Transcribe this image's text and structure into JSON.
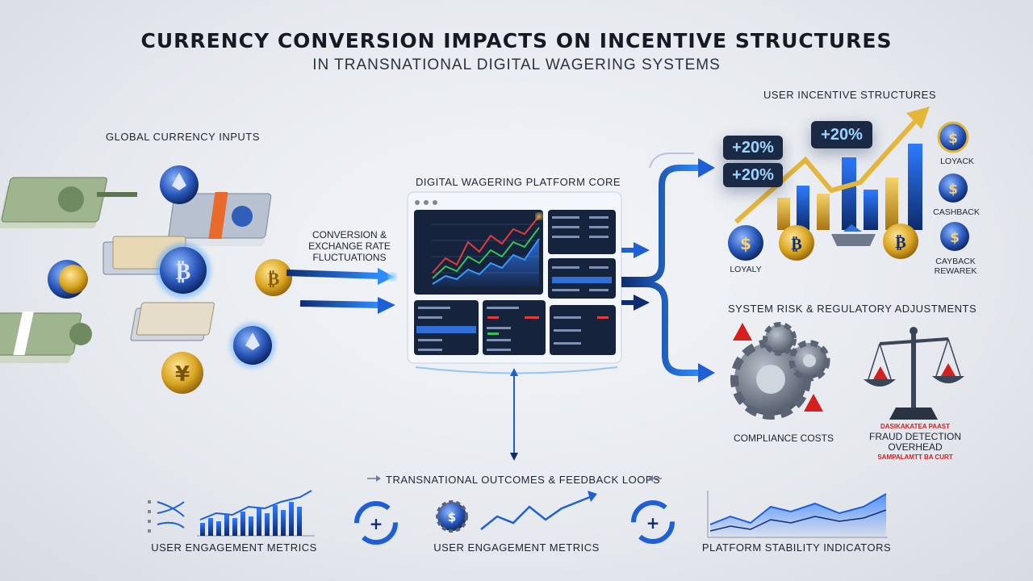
{
  "title": "CURRENCY CONVERSION IMPACTS ON INCENTIVE STRUCTURES",
  "subtitle": "IN TRANSNATIONAL DIGITAL WAGERING SYSTEMS",
  "inputs": {
    "label": "GLOBAL CURRENCY INPUTS"
  },
  "conversion": {
    "line1": "CONVERSION &",
    "line2": "EXCHANGE RATE",
    "line3": "FLUCTUATIONS"
  },
  "core": {
    "label": "DIGITAL WAGERING PLATFORM CORE"
  },
  "incentives": {
    "label": "USER INCENTIVE STRUCTURES",
    "badges": [
      "+20%",
      "+20%",
      "+20%"
    ],
    "side_labels": [
      "LOYACK",
      "CASHBACK",
      "CAYBACK REWAREK"
    ],
    "loyalty_label": "LOYALY"
  },
  "risk": {
    "label": "SYSTEM RISK & REGULATORY ADJUSTMENTS",
    "compliance": "COMPLIANCE COSTS",
    "fraud_line1": "FRAUD DETECTION",
    "fraud_line2": "OVERHEAD",
    "fraud_red_top": "DASIKAKATEA PAAST",
    "fraud_red_bottom": "SAMPALAMTT BA CURT"
  },
  "outcomes": {
    "label": "TRANSNATIONAL OUTCOMES & FEEDBACK LOOPS",
    "items": [
      "USER ENGAGEMENT METRICS",
      "USER ENGAGEMENT METRICS",
      "PLATFORM STABILITY INDICATORS"
    ]
  },
  "colors": {
    "accent_blue": "#1f5fd6",
    "navy": "#0f2c6e",
    "gold": "#d9a521",
    "alert_red": "#d61f1f"
  }
}
